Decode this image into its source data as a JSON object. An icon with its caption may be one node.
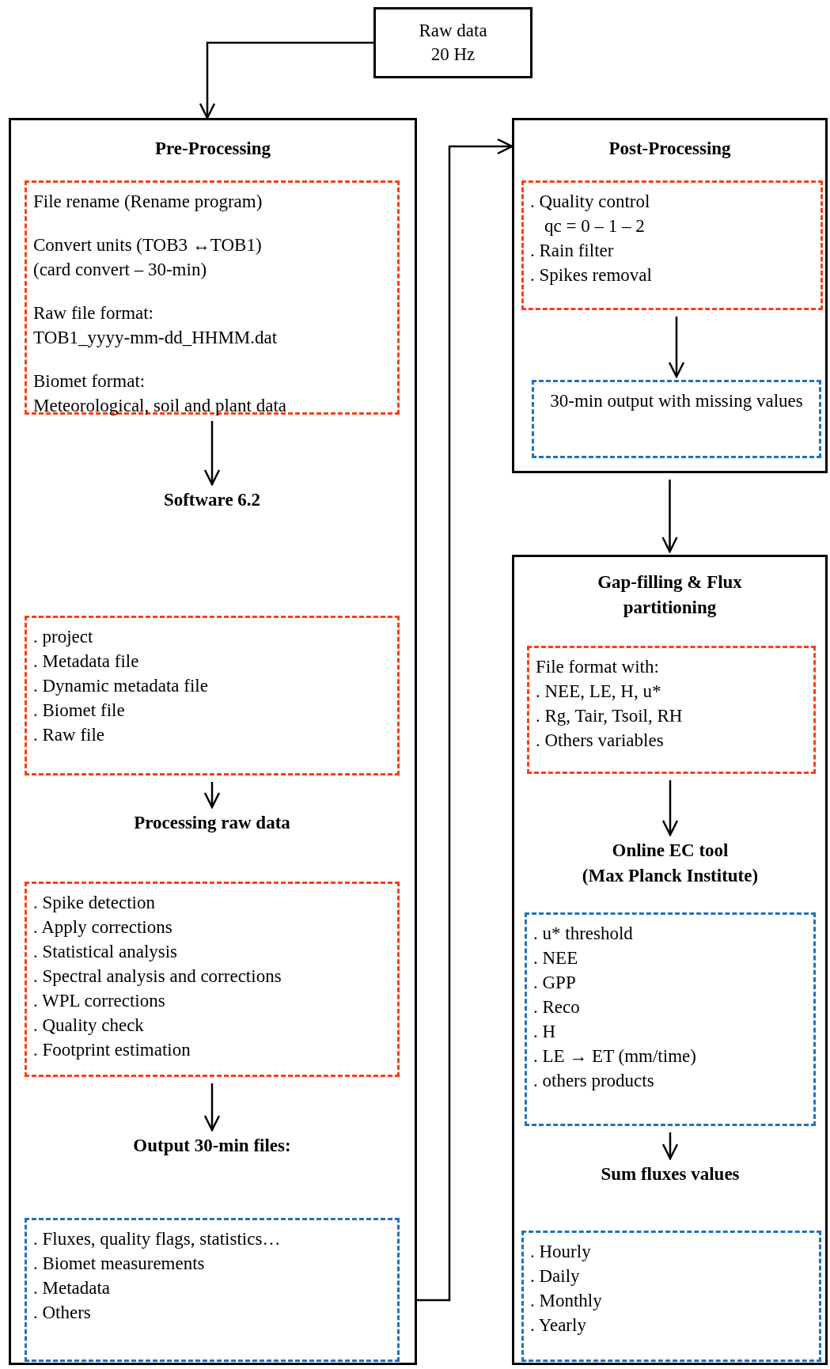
{
  "diagram": {
    "nodes": [
      {
        "text": [
          "Raw data 20 Hz"
        ]
      },
      {
        "text": [
          "Pre-Processing"
        ]
      },
      {
        "text": [
          "File rename (Rename program)",
          "Convert units (TOB3 ↔TOB1)",
          "(card convert – 30-min)",
          "Raw file format:",
          "TOB1_yyyy-mm-dd_HHMM.dat",
          "Biomet format:",
          "Meteorological, soil and plant data"
        ],
        "in": 1
      },
      {
        "text": [
          "Software 6.2"
        ],
        "in": 1
      },
      {
        "text": [
          ". project",
          ". Metadata file",
          ". Dynamic metadata file",
          ". Biomet file",
          ". Raw file"
        ],
        "in": 1
      },
      {
        "text": [
          "Processing raw data"
        ],
        "in": 1
      },
      {
        "text": [
          ". Spike detection",
          ". Apply corrections",
          ". Statistical analysis",
          ". Spectral analysis and corrections",
          ". WPL corrections",
          ". Quality check",
          ". Footprint estimation"
        ],
        "in": 1
      },
      {
        "text": [
          "Output 30-min files:"
        ],
        "in": 1
      },
      {
        "text": [
          ". Fluxes, quality flags, statistics…",
          ". Biomet measurements",
          ". Metadata",
          ". Others"
        ],
        "in": 1
      },
      {
        "text": [
          "Post-Processing"
        ]
      },
      {
        "text": [
          ". Quality control",
          "qc = 0 – 1 – 2",
          ". Rain filter",
          ". Spikes removal"
        ],
        "in": 9
      },
      {
        "text": [
          "30-min output with missing values"
        ],
        "in": 9
      },
      {
        "text": [
          "Gap-filling & Flux partitioning"
        ]
      },
      {
        "text": [
          "File format with:",
          ". NEE, LE, H, u*",
          ". Rg, Tair, Tsoil, RH",
          ". Others variables"
        ],
        "in": 12
      },
      {
        "text": [
          "Online EC tool",
          "(Max Planck Institute)"
        ],
        "in": 12
      },
      {
        "text": [
          ". u* threshold",
          ". NEE",
          ". GPP",
          ". Reco",
          ". H",
          ". LE → ET (mm/time)",
          ". others products"
        ],
        "in": 12
      },
      {
        "text": [
          "Sum fluxes values"
        ],
        "in": 12
      },
      {
        "text": [
          ". Hourly",
          ". Daily",
          ". Monthly",
          ". Yearly"
        ],
        "in": 12
      }
    ],
    "edges": [
      {
        "from": 0,
        "to": 1,
        "arrow": "to"
      },
      {
        "from": 2,
        "to": 3,
        "arrow": "to"
      },
      {
        "from": 4,
        "to": 5,
        "arrow": "to"
      },
      {
        "from": 6,
        "to": 7,
        "arrow": "to"
      },
      {
        "from": 1,
        "to": 9,
        "arrow": "to"
      },
      {
        "from": 10,
        "to": 11,
        "arrow": "to"
      },
      {
        "from": 9,
        "to": 12,
        "arrow": "to"
      },
      {
        "from": 13,
        "to": 14,
        "arrow": "to"
      },
      {
        "from": 15,
        "to": 16,
        "arrow": "to"
      }
    ]
  }
}
